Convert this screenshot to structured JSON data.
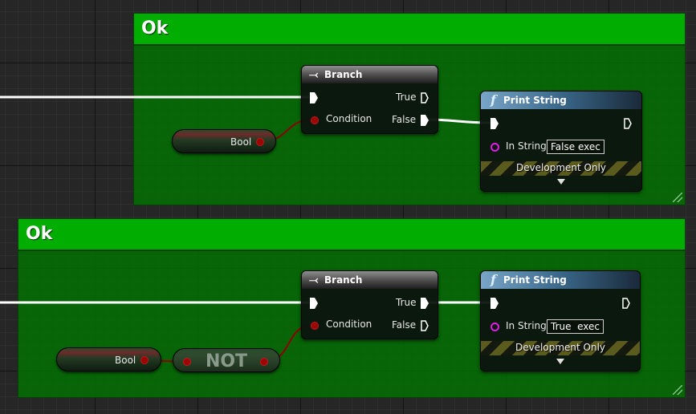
{
  "comments": [
    {
      "title": "Ok"
    },
    {
      "title": "Ok"
    }
  ],
  "graph1": {
    "branch": {
      "title": "Branch",
      "true_label": "True",
      "false_label": "False",
      "condition_label": "Condition"
    },
    "var": {
      "label": "Bool"
    },
    "print": {
      "title": "Print String",
      "in_string_label": "In String",
      "in_string_value": "False exec",
      "dev_label": "Development Only"
    }
  },
  "graph2": {
    "branch": {
      "title": "Branch",
      "true_label": "True",
      "false_label": "False",
      "condition_label": "Condition"
    },
    "var": {
      "label": "Bool"
    },
    "not": {
      "label": "NOT"
    },
    "print": {
      "title": "Print String",
      "in_string_label": "In String",
      "in_string_value": "True  exec",
      "dev_label": "Development Only"
    }
  },
  "icons": {
    "branch": "branch-icon",
    "function": "function-icon",
    "expand": "expand-arrow-icon"
  },
  "colors": {
    "comment_header": "#00ad00",
    "exec_wire": "#ffffff",
    "bool_wire": "#8b0000",
    "bool_pin": "#9b0505",
    "string_pin": "#e21ce8"
  }
}
